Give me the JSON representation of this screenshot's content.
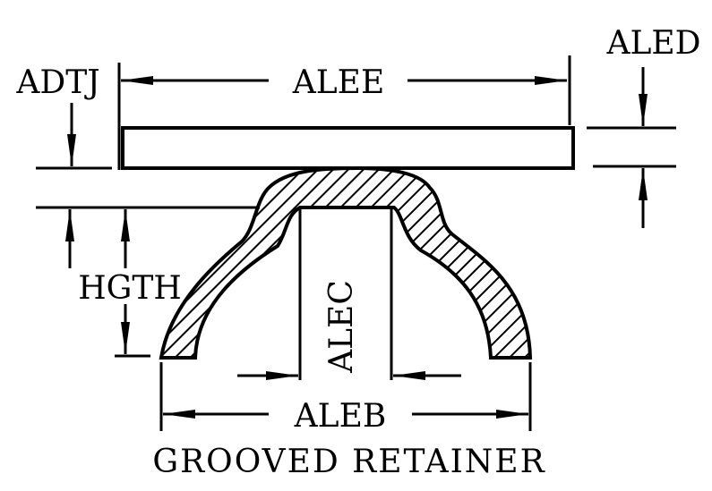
{
  "labels": {
    "alee": "ALEE",
    "aled": "ALED",
    "adtj": "ADTJ",
    "hgth": "HGTH",
    "alec": "ALEC",
    "aleb": "ALEB",
    "title": "GROOVED RETAINER"
  },
  "colors": {
    "ink": "#000000",
    "background": "#ffffff"
  }
}
